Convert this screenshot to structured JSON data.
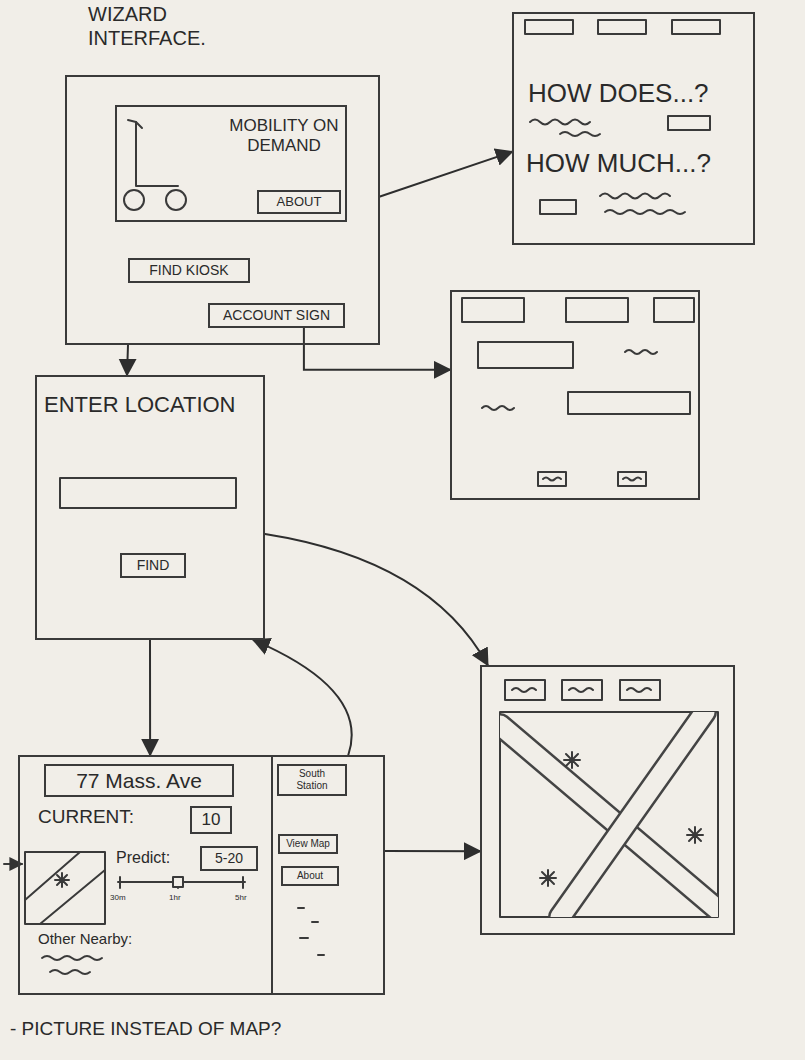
{
  "diagram": {
    "title": "WIZARD INTERFACE.",
    "nodes": [
      {
        "text": []
      },
      {
        "text": [
          "MOBILITY ON DEMAND"
        ],
        "in": 0
      },
      {
        "text": [
          "ABOUT"
        ],
        "in": 1
      },
      {
        "text": [
          "FIND KIOSK"
        ],
        "in": 0
      },
      {
        "text": [
          "ACCOUNT SIGN"
        ],
        "in": 0
      },
      {
        "text": [
          "HOW DOES...?",
          "HOW MUCH...?"
        ]
      },
      {
        "text": []
      },
      {
        "text": [
          "ENTER LOCATION"
        ]
      },
      {
        "text": [
          "FIND"
        ],
        "in": 7
      },
      {
        "text": [
          "CURRENT:",
          "Predict:",
          "30m",
          "1hr",
          "5hr",
          "Other Nearby:"
        ]
      },
      {
        "text": [
          "77 Mass. Ave"
        ],
        "in": 9
      },
      {
        "text": [
          "10"
        ],
        "in": 9
      },
      {
        "text": [
          "5-20"
        ],
        "in": 9
      },
      {
        "text": [
          "South Station"
        ],
        "in": 9
      },
      {
        "text": [
          "View Map"
        ],
        "in": 9
      },
      {
        "text": [
          "About"
        ],
        "in": 9
      },
      {
        "text": []
      }
    ],
    "edges": [
      {
        "from": 0,
        "to": 5,
        "arrow": "to"
      },
      {
        "from": 4,
        "to": 6,
        "arrow": "to"
      },
      {
        "from": 0,
        "to": 7,
        "arrow": "to"
      },
      {
        "from": 7,
        "to": 16,
        "arrow": "to"
      },
      {
        "from": 7,
        "to": 9,
        "arrow": "to"
      },
      {
        "from": 9,
        "to": 7,
        "arrow": "to"
      },
      {
        "from": 9,
        "to": 16,
        "arrow": "to"
      }
    ],
    "labels": [
      "- PICTURE INSTEAD OF MAP?"
    ]
  }
}
